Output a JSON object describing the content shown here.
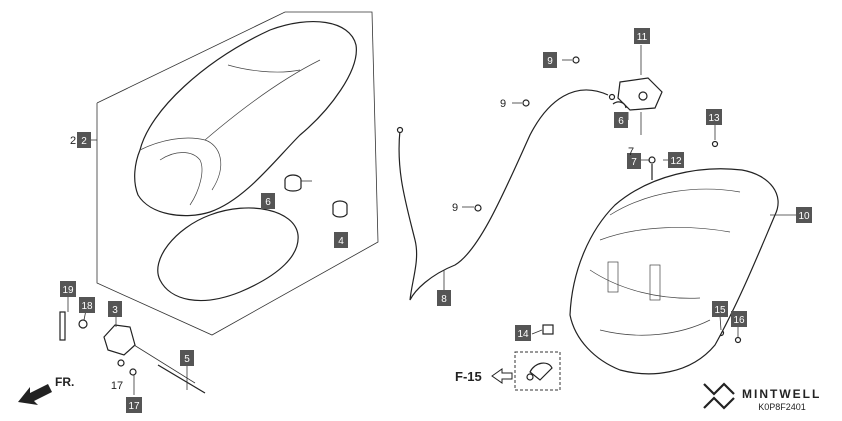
{
  "diagram": {
    "callouts": [
      {
        "id": "c2",
        "text": "2"
      },
      {
        "id": "c_tag",
        "text": "2"
      },
      {
        "id": "c6",
        "text": "6"
      },
      {
        "id": "c4",
        "text": "4"
      },
      {
        "id": "c19",
        "text": "19"
      },
      {
        "id": "c18",
        "text": "18"
      },
      {
        "id": "c3",
        "text": "3"
      },
      {
        "id": "c5",
        "text": "5"
      },
      {
        "id": "c17a",
        "text": "17"
      },
      {
        "id": "c17b",
        "text": "17"
      },
      {
        "id": "c8",
        "text": "8"
      },
      {
        "id": "c9a",
        "text": "9"
      },
      {
        "id": "c9b",
        "text": "9"
      },
      {
        "id": "c9c",
        "text": "9"
      },
      {
        "id": "c11",
        "text": "11"
      },
      {
        "id": "c6b",
        "text": "6"
      },
      {
        "id": "c7",
        "text": "7"
      },
      {
        "id": "c7b",
        "text": "7"
      },
      {
        "id": "c12",
        "text": "12"
      },
      {
        "id": "c13",
        "text": "13"
      },
      {
        "id": "c10",
        "text": "10"
      },
      {
        "id": "c14",
        "text": "14"
      },
      {
        "id": "c15",
        "text": "15"
      },
      {
        "id": "c16",
        "text": "16"
      }
    ],
    "direction_label": "FR.",
    "ref_label": "F-15",
    "watermark_text": "MINTWELL",
    "code": "K0P8F2401",
    "colors": {
      "ink": "#222222",
      "box": "#555555",
      "box_text": "#ffffff"
    }
  }
}
